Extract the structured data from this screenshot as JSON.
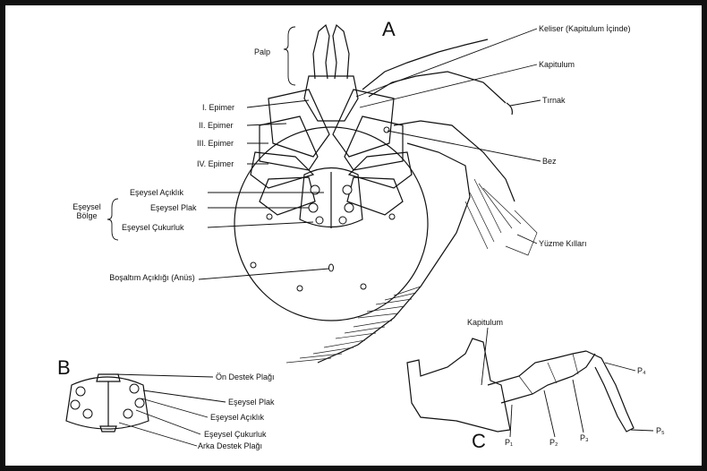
{
  "panels": {
    "a": "A",
    "b": "B",
    "c": "C"
  },
  "labels_a": {
    "palp": "Palp",
    "epimer1": "I. Epimer",
    "epimer2": "II. Epimer",
    "epimer3": "III. Epimer",
    "epimer4": "IV. Epimer",
    "region": "Eşeysel Bölge",
    "genital_opening": "Eşeysel Açıklık",
    "genital_plate": "Eşeysel Plak",
    "genital_pit": "Eşeysel Çukurluk",
    "anus": "Boşaltım Açıklığı (Anüs)",
    "chelicera": "Keliser (Kapitulum İçinde)",
    "capitulum": "Kapitulum",
    "claw": "Tırnak",
    "gland": "Bez",
    "swim_hairs": "Yüzme Kılları"
  },
  "labels_b": {
    "front_plate": "Ön Destek Plağı",
    "genital_plate": "Eşeysel Plak",
    "genital_opening": "Eşeysel Açıklık",
    "genital_pit": "Eşeysel Çukurluk",
    "rear_plate": "Arka Destek Plağı"
  },
  "labels_c": {
    "capitulum": "Kapitulum",
    "p1": "P₁",
    "p2": "P₂",
    "p3": "P₃",
    "p4": "P₄",
    "p5": "P₅"
  }
}
